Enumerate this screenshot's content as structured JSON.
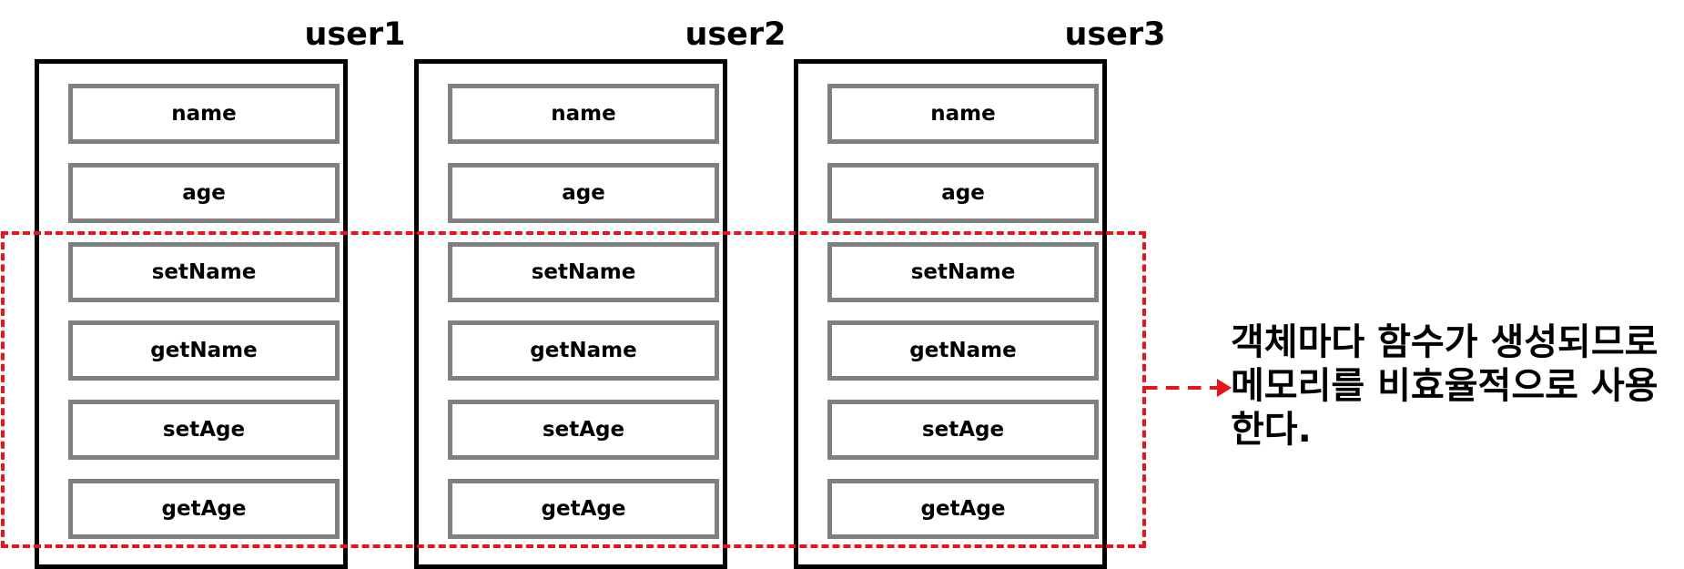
{
  "users": [
    {
      "title": "user1",
      "fields": [
        "name",
        "age",
        "setName",
        "getName",
        "setAge",
        "getAge"
      ]
    },
    {
      "title": "user2",
      "fields": [
        "name",
        "age",
        "setName",
        "getName",
        "setAge",
        "getAge"
      ]
    },
    {
      "title": "user3",
      "fields": [
        "name",
        "age",
        "setName",
        "getName",
        "setAge",
        "getAge"
      ]
    }
  ],
  "note": {
    "text": "객체마다 함수가 생성되므로\n메모리를 비효율적으로 사용\n한다."
  },
  "colors": {
    "box_border": "#000000",
    "field_border": "#808080",
    "highlight": "#e8141a"
  }
}
